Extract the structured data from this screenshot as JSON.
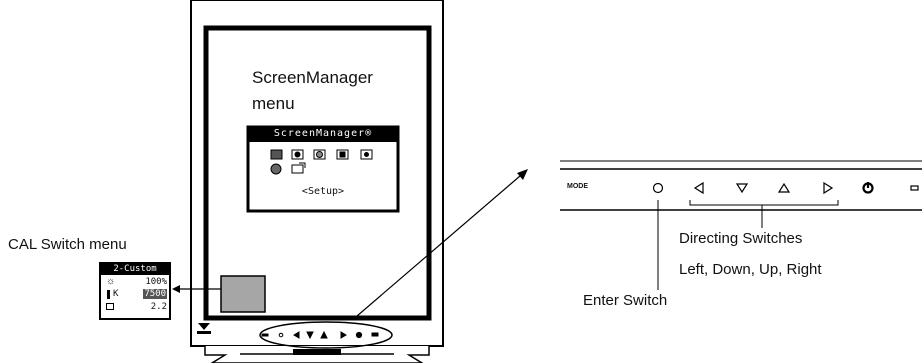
{
  "labels": {
    "screenmanager_menu_line1": "ScreenManager",
    "screenmanager_menu_line2": "menu",
    "cal_switch_menu": "CAL Switch menu",
    "directing_switches": "Directing Switches",
    "directions": "Left, Down, Up, Right",
    "enter_switch": "Enter Switch"
  },
  "screenmanager_osd": {
    "title": "ScreenManager®",
    "setup": "<Setup>"
  },
  "cal_osd": {
    "title": "2-Custom",
    "brightness": "100%",
    "temperature_unit": "K",
    "temperature": "7500",
    "gamma": "2.2",
    "brightness_icon": "sun-icon",
    "temperature_icon": "thermometer-icon",
    "gamma_icon": "monitor-icon"
  },
  "control_panel": {
    "mode_label": "MODE",
    "buttons": [
      "enter-circle-icon",
      "left-triangle-icon",
      "down-triangle-icon",
      "up-triangle-icon",
      "right-triangle-icon",
      "power-icon",
      "led-indicator"
    ]
  }
}
